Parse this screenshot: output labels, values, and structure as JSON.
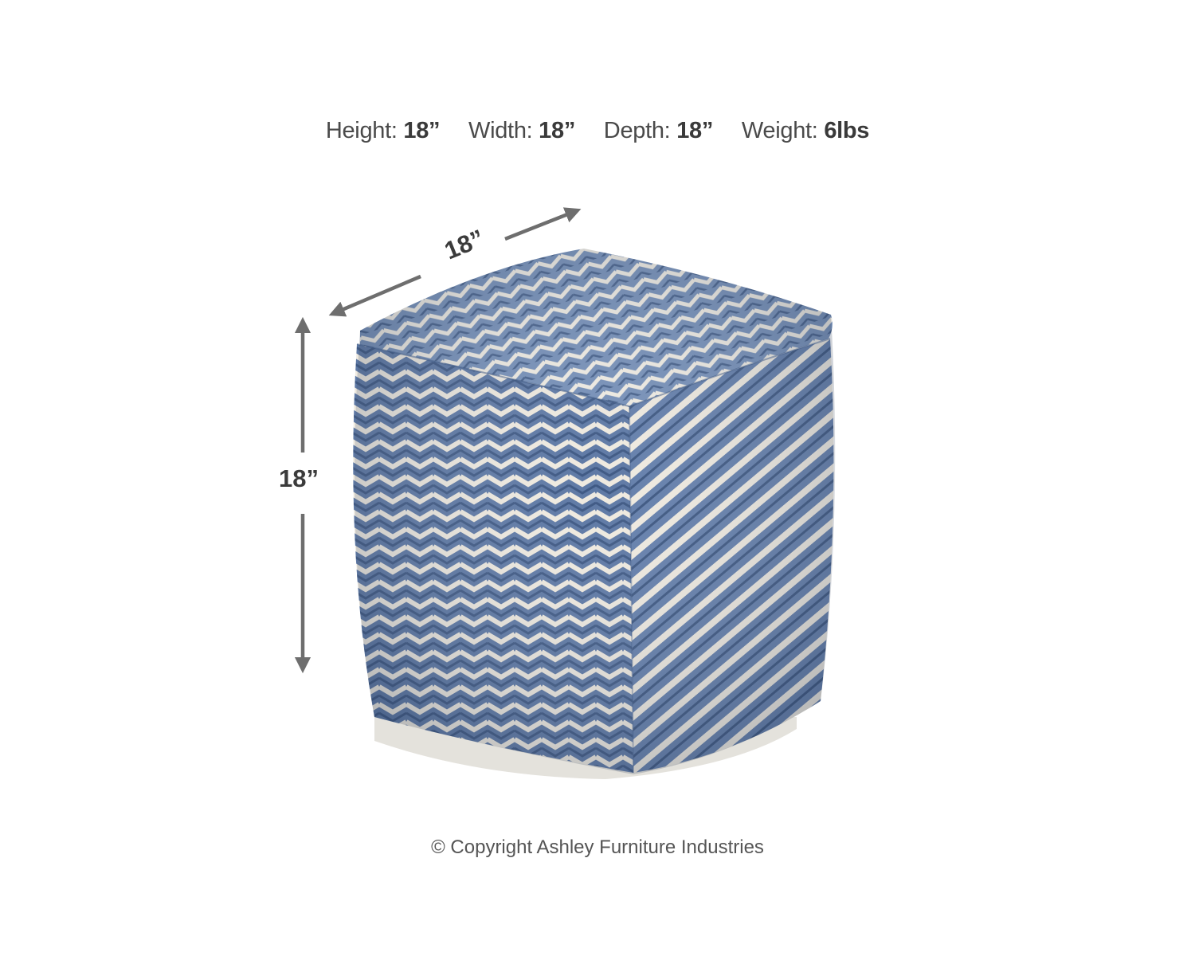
{
  "specs": {
    "height": {
      "label": "Height:",
      "value": "18”"
    },
    "width": {
      "label": "Width:",
      "value": "18”"
    },
    "depth": {
      "label": "Depth:",
      "value": "18”"
    },
    "weight": {
      "label": "Weight:",
      "value": "6lbs"
    }
  },
  "diagram": {
    "depth_arrow_label": "18”",
    "height_arrow_label": "18”",
    "product": "Blue and white chevron woven pouf",
    "colors": {
      "arrow": "#6e6e6e",
      "denim_dark": "#3c5680",
      "denim_mid": "#6d87b0",
      "cream": "#ede8dc",
      "base": "#e4e2dc"
    }
  },
  "footer": {
    "copyright": "© Copyright Ashley Furniture Industries"
  }
}
